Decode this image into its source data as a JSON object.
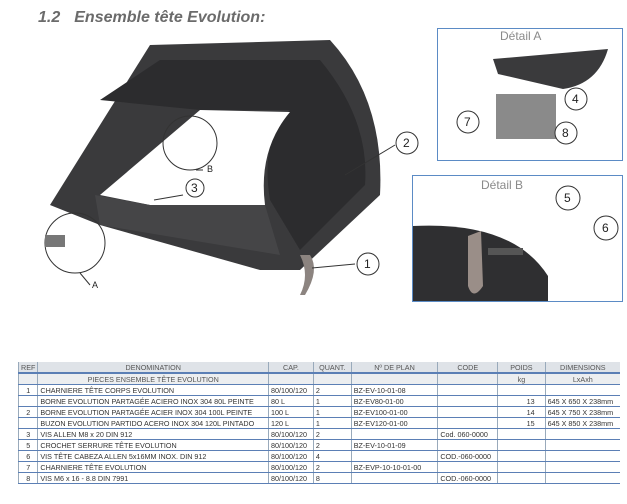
{
  "title": {
    "number": "1.2",
    "text": "Ensemble tête Evolution:"
  },
  "drawing": {
    "callouts": [
      "1",
      "2",
      "3",
      "4",
      "5",
      "6",
      "7",
      "8"
    ],
    "labels": {
      "a": "A",
      "b": "B"
    },
    "detail_a": "Détail A",
    "detail_b": "Détail B"
  },
  "table": {
    "headers": [
      "REF",
      "DENOMINATION",
      "CAP.",
      "QUANT.",
      "Nº DE PLAN",
      "CODE",
      "POIDS",
      "DIMENSIONS"
    ],
    "subheader": {
      "label": "PIECES ENSEMBLE TÊTE EVOLUTION",
      "poids_unit": "kg",
      "dim_unit": "LxAxh"
    },
    "rows": [
      [
        "1",
        "CHARNIERE TÊTE CORPS EVOLUTION",
        "80/100/120",
        "2",
        "BZ-EV-10-01-08",
        "",
        "",
        ""
      ],
      [
        "",
        "BORNE EVOLUTION PARTAGÉE ACIERO INOX 304 80L PEINTE",
        "80 L",
        "1",
        "BZ-EV80-01-00",
        "",
        "13",
        "645 X 650 X 238mm"
      ],
      [
        "2",
        "BORNE EVOLUTION PARTAGÉE ACIER INOX 304 100L PEINTE",
        "100 L",
        "1",
        "BZ-EV100-01-00",
        "",
        "14",
        "645 X 750 X 238mm"
      ],
      [
        "",
        "BUZON EVOLUTION PARTIDO ACERO INOX 304 120L PINTADO",
        "120 L",
        "1",
        "BZ-EV120-01-00",
        "",
        "15",
        "645 X 850 X 238mm"
      ],
      [
        "3",
        "VIS ALLEN M8 x 20 DIN 912",
        "80/100/120",
        "2",
        "",
        "Cod.  060-0000",
        "",
        ""
      ],
      [
        "5",
        "CROCHET SERRURE TÊTE EVOLUTION",
        "80/100/120",
        "2",
        "BZ-EV-10-01-09",
        "",
        "",
        ""
      ],
      [
        "6",
        "VIS TÊTE CABEZA ALLEN  5x16MM INOX. DIN 912",
        "80/100/120",
        "4",
        "",
        "COD.-060-0000",
        "",
        ""
      ],
      [
        "7",
        "CHARNIERE TÊTE EVOLUTION",
        "80/100/120",
        "2",
        "BZ-EVP-10-10-01-00",
        "",
        "",
        ""
      ],
      [
        "8",
        "VIS M6 x 16 - 8.8  DIN 7991",
        "80/100/120",
        "8",
        "",
        "COD.-060-0000",
        "",
        ""
      ]
    ]
  }
}
